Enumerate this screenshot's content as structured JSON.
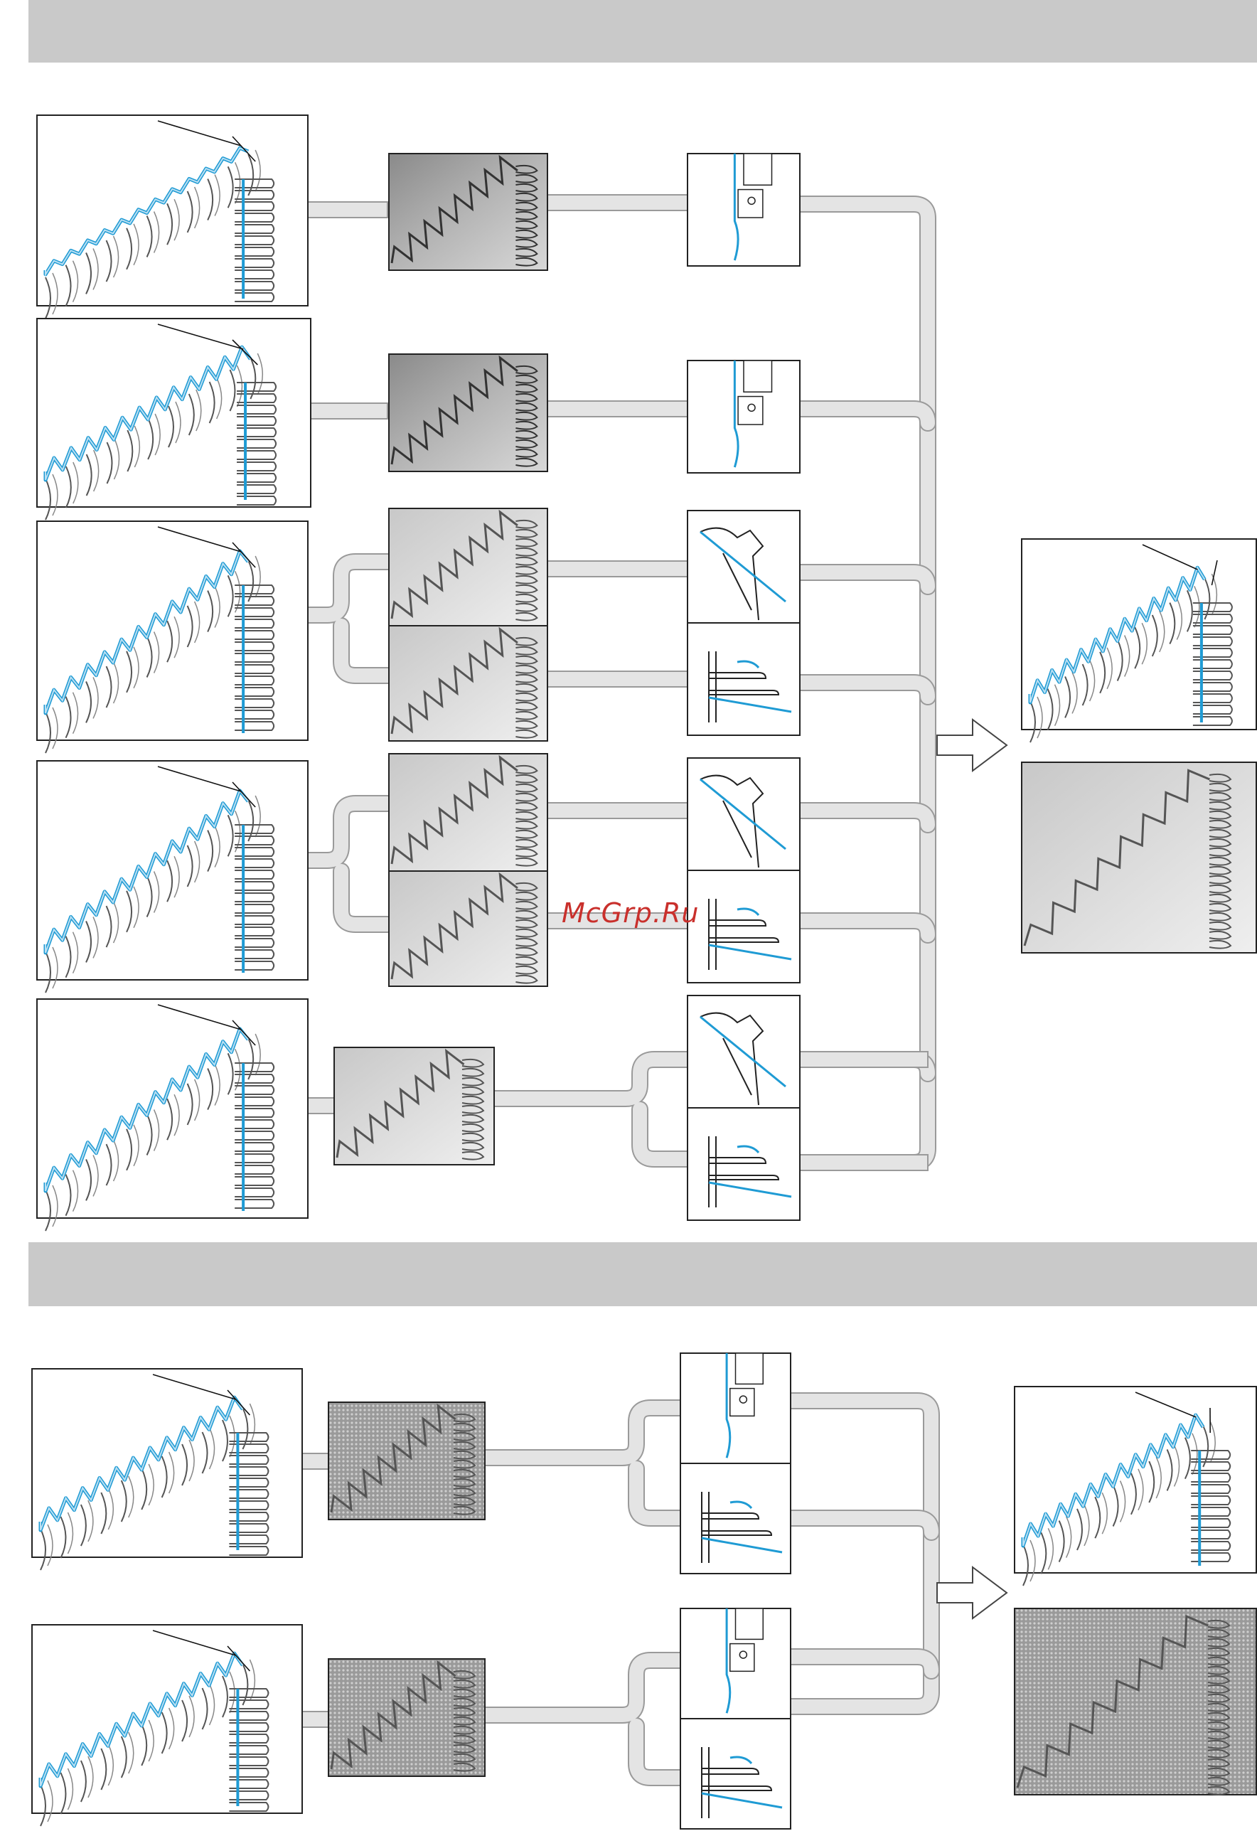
{
  "watermark": "McGrp.Ru",
  "colors": {
    "header_bar": "#c9c9c9",
    "panel_border": "#222222",
    "pipe_fill": "#e4e4e4",
    "pipe_stroke": "#9a9a9a",
    "thread_blue": "#1f9bd4",
    "thread_light": "#b9dff3",
    "fabric_gray": "#d2d2d2",
    "photo_dark": "#6f6f6f"
  },
  "sections": [
    {
      "id": "section-1",
      "header_text": "",
      "source_rows": [
        {
          "stitch": "loops-flat",
          "photo_style": "dark-flat",
          "thread_path": [
            "needle-plate"
          ]
        },
        {
          "stitch": "loops-wavy",
          "photo_style": "dark-zigzag",
          "thread_path": [
            "needle-plate"
          ]
        },
        {
          "stitch": "loops-zigzag",
          "photo_style": "light-zigzag",
          "thread_path": [
            "upper-looper",
            "lower-looper"
          ]
        },
        {
          "stitch": "loops-rolled",
          "photo_style": "light-loops",
          "thread_path": [
            "upper-looper",
            "lower-looper"
          ]
        },
        {
          "stitch": "loops-wide",
          "photo_style": "light-wide",
          "thread_path": [
            "upper-looper",
            "lower-looper"
          ]
        }
      ],
      "result": {
        "stitch": "result-overlock",
        "photo_style": "result-light"
      }
    },
    {
      "id": "section-2",
      "header_text": "",
      "source_rows": [
        {
          "stitch": "flatlock-wave",
          "photo_style": "knit-fabric",
          "thread_path": [
            "needle-plate",
            "lower-looper"
          ]
        },
        {
          "stitch": "flatlock-zigzag",
          "photo_style": "knit-fabric",
          "thread_path": [
            "needle-plate",
            "lower-looper"
          ]
        }
      ],
      "result": {
        "stitch": "result-flatlock",
        "photo_style": "knit-result"
      }
    }
  ]
}
